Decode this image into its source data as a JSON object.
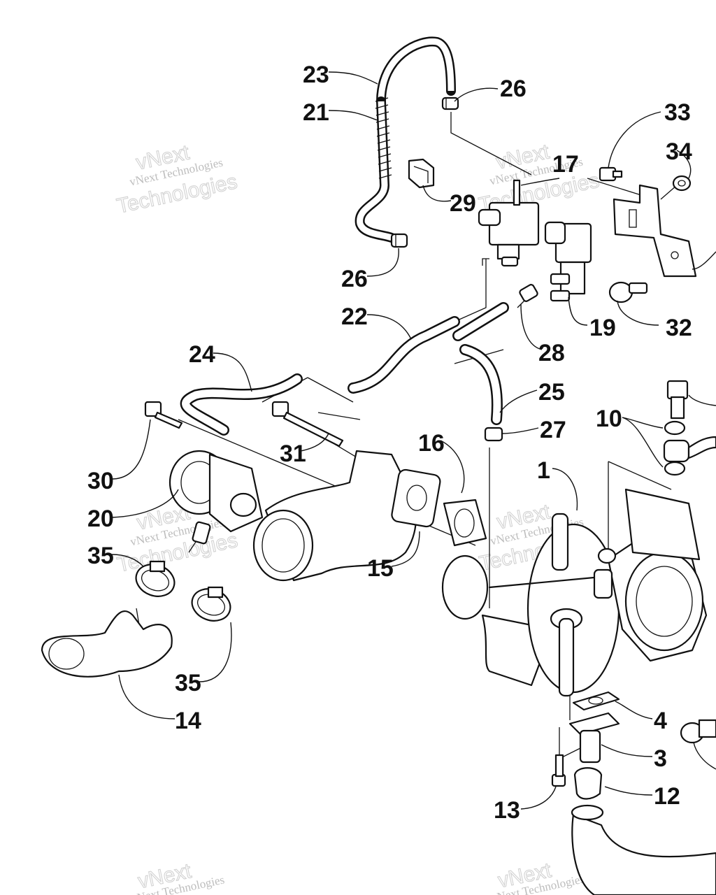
{
  "watermark": {
    "company_line": "vNext Technologies",
    "word_top": "vNext",
    "word_bottom": "Technologies"
  },
  "callouts": [
    {
      "id": "c23",
      "text": "23"
    },
    {
      "id": "c21",
      "text": "21"
    },
    {
      "id": "c26a",
      "text": "26"
    },
    {
      "id": "c17",
      "text": "17"
    },
    {
      "id": "c33",
      "text": "33"
    },
    {
      "id": "c34",
      "text": "34"
    },
    {
      "id": "c29",
      "text": "29"
    },
    {
      "id": "c26b",
      "text": "26"
    },
    {
      "id": "c22",
      "text": "22"
    },
    {
      "id": "c19",
      "text": "19"
    },
    {
      "id": "c32",
      "text": "32"
    },
    {
      "id": "c28",
      "text": "28"
    },
    {
      "id": "c24",
      "text": "24"
    },
    {
      "id": "c25",
      "text": "25"
    },
    {
      "id": "c10",
      "text": "10"
    },
    {
      "id": "c27",
      "text": "27"
    },
    {
      "id": "c16",
      "text": "16"
    },
    {
      "id": "c31",
      "text": "31"
    },
    {
      "id": "c1",
      "text": "1"
    },
    {
      "id": "c30",
      "text": "30"
    },
    {
      "id": "c20",
      "text": "20"
    },
    {
      "id": "c35a",
      "text": "35"
    },
    {
      "id": "c15",
      "text": "15"
    },
    {
      "id": "c35b",
      "text": "35"
    },
    {
      "id": "c14",
      "text": "14"
    },
    {
      "id": "c4",
      "text": "4"
    },
    {
      "id": "c3",
      "text": "3"
    },
    {
      "id": "c13",
      "text": "13"
    },
    {
      "id": "c12",
      "text": "12"
    }
  ]
}
